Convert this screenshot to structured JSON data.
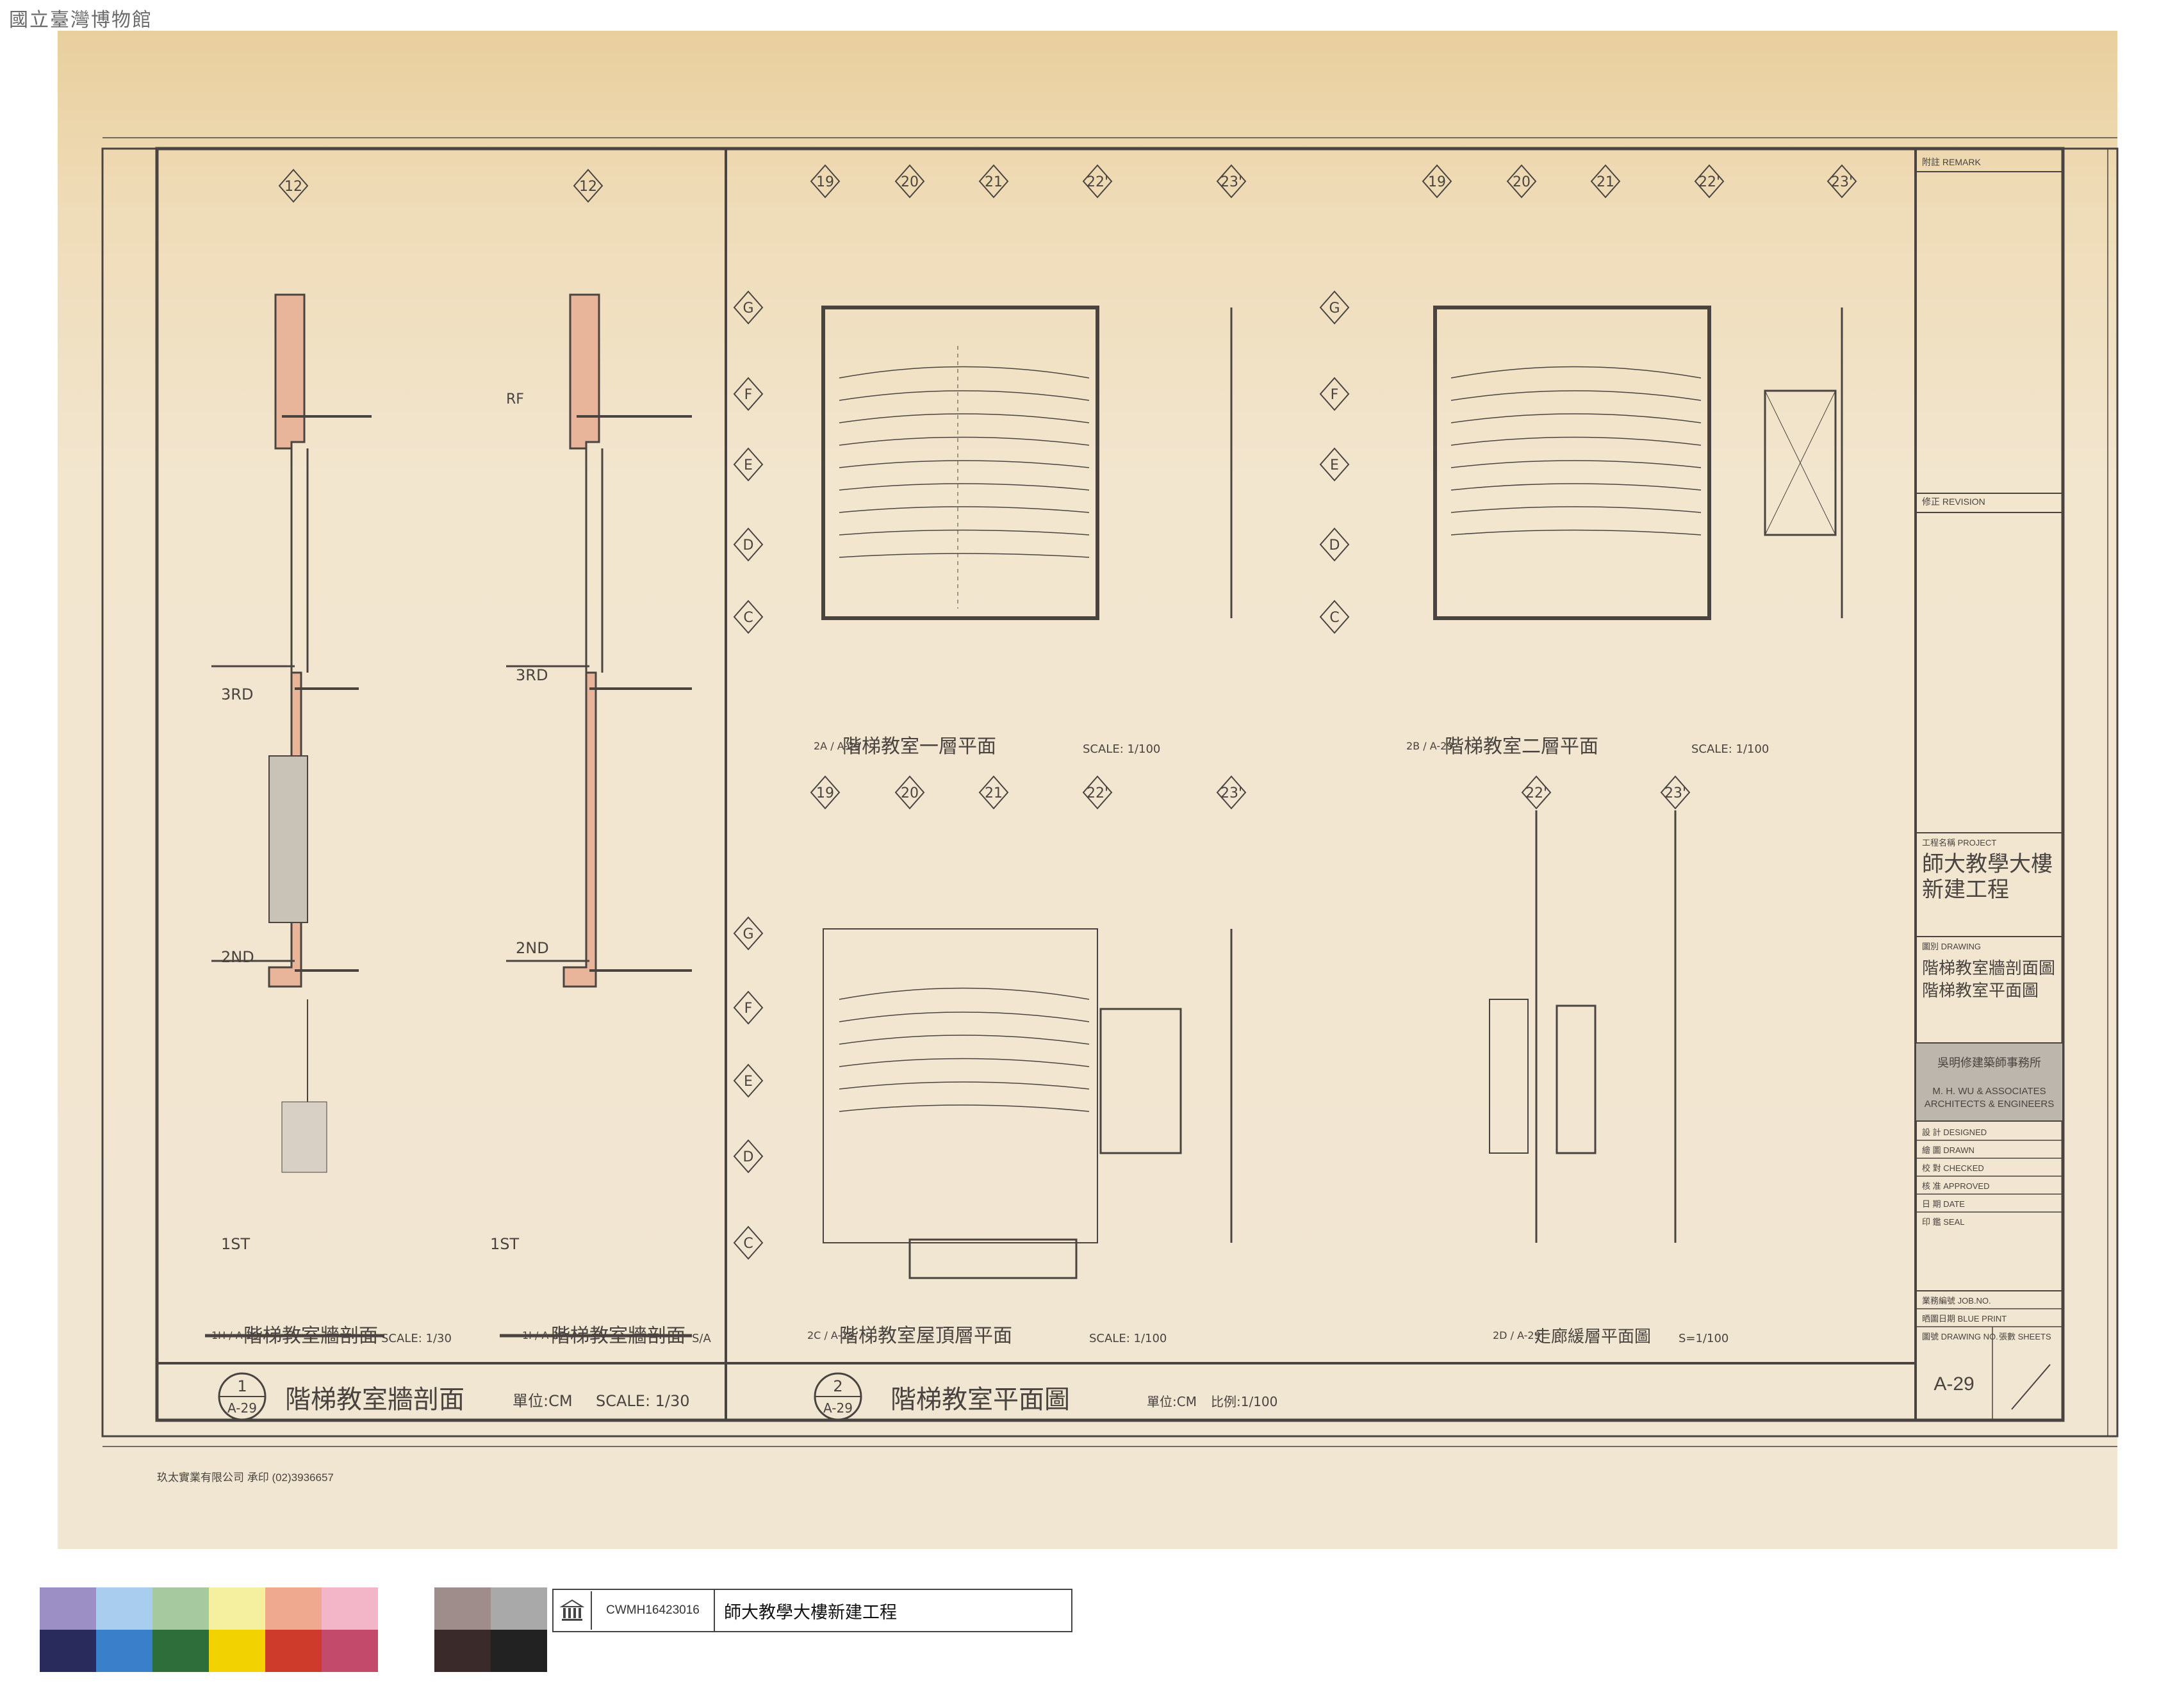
{
  "museum_label": "國立臺灣博物館",
  "sheet": {
    "panel1": {
      "number": "1",
      "ref": "A-29",
      "title": "階梯教室牆剖面",
      "unit": "單位:CM",
      "scale": "SCALE: 1/30"
    },
    "panel2": {
      "number": "2",
      "ref": "A-29",
      "title": "階梯教室平面圖",
      "unit": "單位:CM",
      "scale": "比例:1/100"
    },
    "sub_1h": {
      "tag": "1H / A-29",
      "title": "階梯教室牆剖面",
      "scale": "SCALE: 1/30"
    },
    "sub_1i": {
      "tag": "1I / A-27",
      "title": "階梯教室牆剖面",
      "scale": "S/A"
    },
    "sub_2a": {
      "tag": "2A / A-29",
      "title": "階梯教室一層平面",
      "scale": "SCALE: 1/100"
    },
    "sub_2b": {
      "tag": "2B / A-29",
      "title": "階梯教室二層平面",
      "scale": "SCALE: 1/100"
    },
    "sub_2c": {
      "tag": "2C / A-29",
      "title": "階梯教室屋頂層平面",
      "scale": "SCALE: 1/100"
    },
    "sub_2d": {
      "tag": "2D / A-29",
      "title": "走廊緩層平面圖",
      "scale": "S=1/100"
    },
    "floors": [
      "RF",
      "3RD",
      "2ND",
      "1ST"
    ],
    "grid_cols_a": [
      "19",
      "20",
      "21",
      "22'",
      "23'"
    ],
    "grid_cols_b": [
      "22'",
      "23'"
    ],
    "grid_rows": [
      "G",
      "F",
      "E",
      "D",
      "C"
    ],
    "axis_mark": "12",
    "printer_note": "玖太實業有限公司 承印 (02)3936657"
  },
  "title_block": {
    "remark": "附註 REMARK",
    "revision": "修正 REVISION",
    "project_label": "工程名稱 PROJECT",
    "project_line1": "師大教學大樓",
    "project_line2": "新建工程",
    "drawing_label": "圖別 DRAWING",
    "drawing_line1": "階梯教室牆剖面圖",
    "drawing_line2": "階梯教室平面圖",
    "firm_cn": "吳明修建築師事務所",
    "firm_en1": "M. H. WU & ASSOCIATES",
    "firm_en2": "ARCHITECTS & ENGINEERS",
    "designed": "設 計 DESIGNED",
    "drawn": "繪 圖 DRAWN",
    "checked": "校 對 CHECKED",
    "approved": "核 准 APPROVED",
    "date": "日 期 DATE",
    "seal": "印 鑑 SEAL",
    "job_no": "業務編號 JOB.NO.",
    "blue_print": "晒圖日期 BLUE PRINT",
    "drawing_no": "圖號 DRAWING NO.",
    "sheets": "張數 SHEETS",
    "sheet_number": "A-29"
  },
  "catalog": {
    "code": "CWMH16423016",
    "title": "師大教學大樓新建工程"
  },
  "colors": {
    "paper": "#efe3c9",
    "wall_fill": "#e8b49a",
    "ink": "#4a4440",
    "swatches_top": [
      "#9b8fc6",
      "#a9cdee",
      "#a7c9a0",
      "#f5f0a0",
      "#efa98e",
      "#f2b6c8",
      "#9e8d8b",
      "#a9a9a9"
    ],
    "swatches_bottom": [
      "#282b5c",
      "#3a7fc9",
      "#2e6e3b",
      "#f2d200",
      "#cf3b2a",
      "#c44a6c",
      "#3a2a2a",
      "#222222"
    ]
  }
}
